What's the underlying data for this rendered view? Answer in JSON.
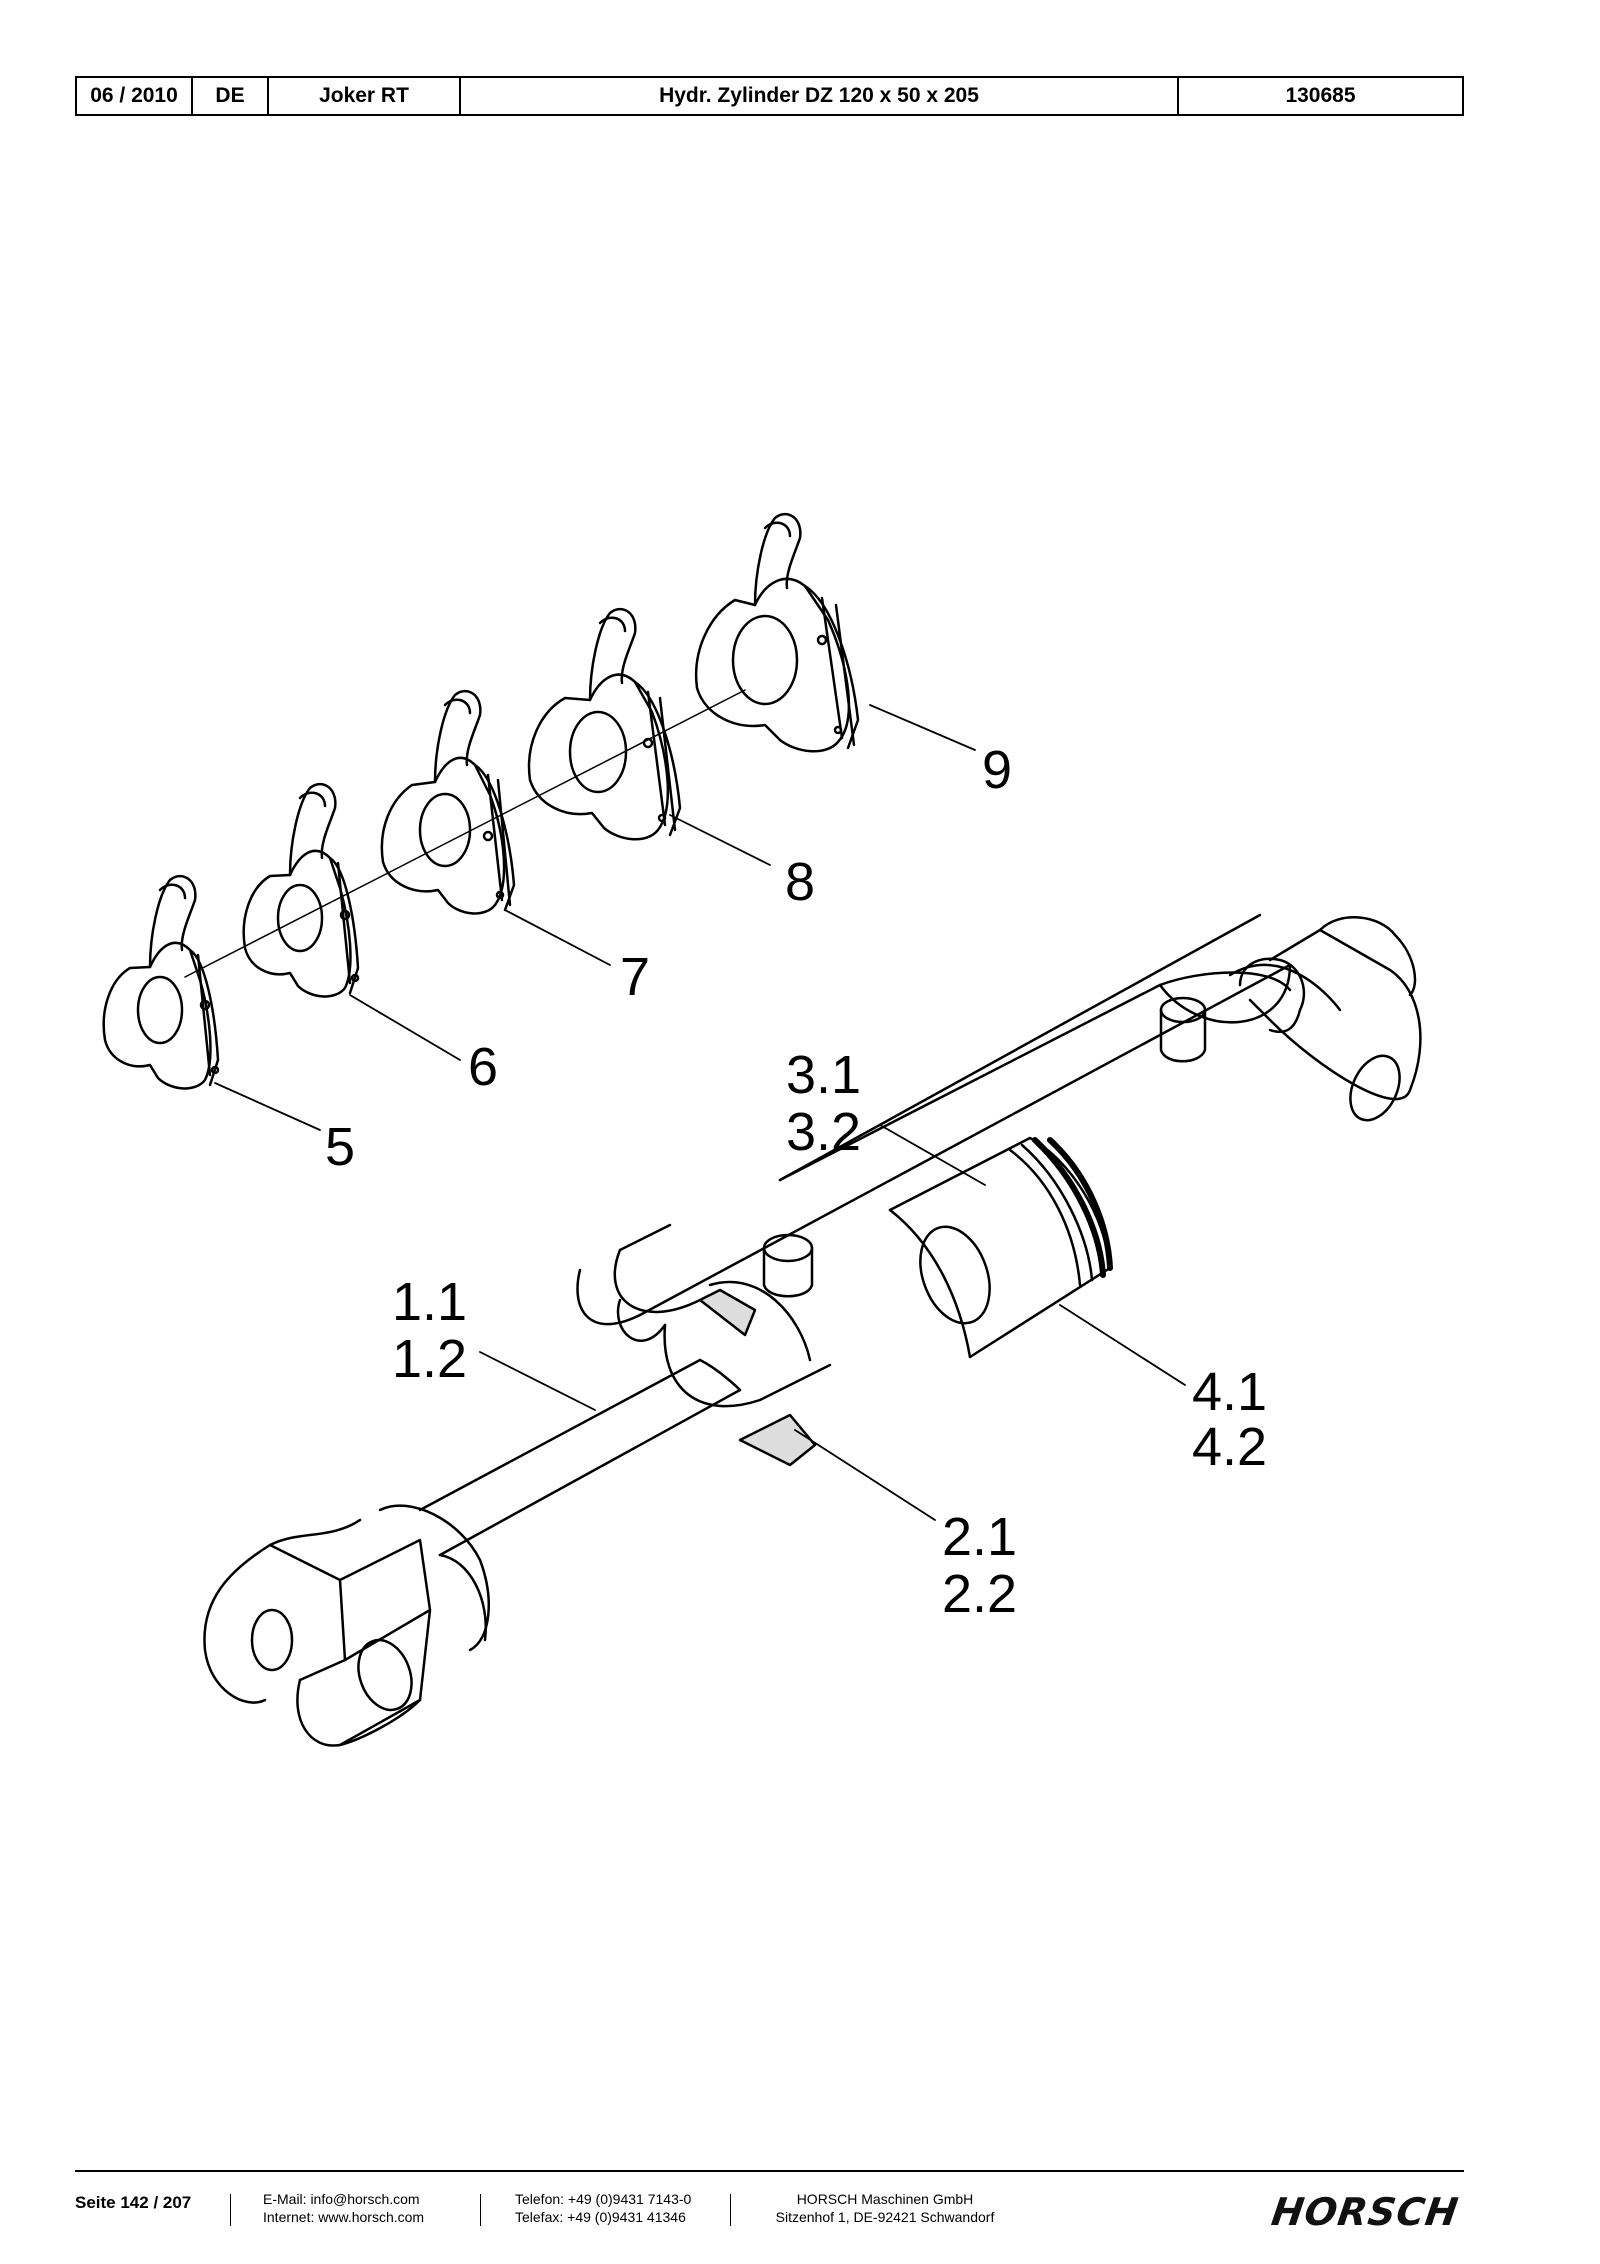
{
  "header": {
    "date": "06 / 2010",
    "language": "DE",
    "model": "Joker RT",
    "title": "Hydr. Zylinder DZ 120 x 50 x 205",
    "part_number": "130685"
  },
  "drawing": {
    "labels": {
      "l5": "5",
      "l6": "6",
      "l7": "7",
      "l8": "8",
      "l9": "9",
      "l31": "3.1",
      "l32": "3.2",
      "l11": "1.1",
      "l12": "1.2",
      "l41": "4.1",
      "l42": "4.2",
      "l21": "2.1",
      "l22": "2.2"
    }
  },
  "footer": {
    "page": "Seite 142 / 207",
    "email": "E-Mail: info@horsch.com",
    "internet": "Internet: www.horsch.com",
    "phone": "Telefon: +49 (0)9431 7143-0",
    "fax": "Telefax: +49 (0)9431 41346",
    "company": "HORSCH Maschinen GmbH",
    "address": "Sitzenhof 1, DE-92421 Schwandorf",
    "logo_text": "HORSCH"
  }
}
